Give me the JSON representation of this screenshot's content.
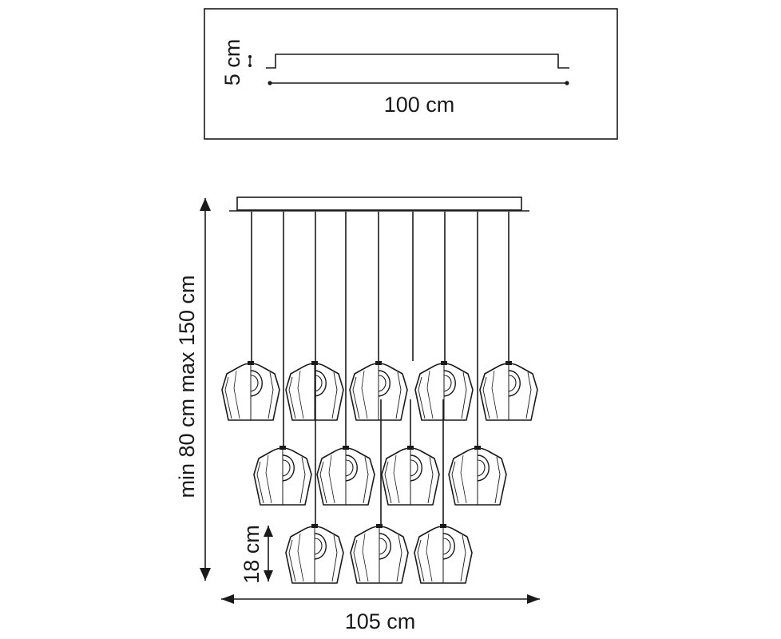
{
  "top_view": {
    "height_label": "5 cm",
    "length_label": "100 cm"
  },
  "front_view": {
    "drop_label": "min 80 cm max 150 cm",
    "shade_height_label": "18 cm",
    "width_label": "105 cm"
  },
  "shade_rows": [
    {
      "row": 1,
      "count": 5
    },
    {
      "row": 2,
      "count": 4
    },
    {
      "row": 3,
      "count": 3
    }
  ]
}
